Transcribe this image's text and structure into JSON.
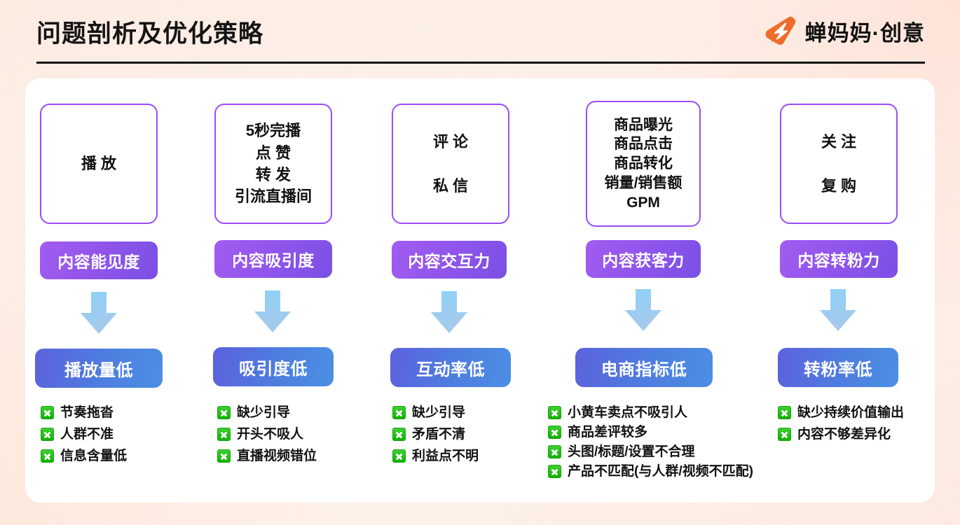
{
  "header": {
    "title": "问题剖析及优化策略",
    "brand_name": "蝉妈妈·创意",
    "brand_icon": "chanmama-logo-icon",
    "brand_color": "#EE6C2B"
  },
  "theme": {
    "purple_border": "#9B4DF5",
    "purple_pill_from": "#A25CF0",
    "purple_pill_to": "#7A50E4",
    "blue_pill_from": "#5C62DC",
    "blue_pill_to": "#4B8FE4",
    "arrow_from": "#8ED2F8",
    "arrow_to": "#A6C9EC",
    "bullet_badge": "#1FB80C",
    "card_bg": "#FFFFFF"
  },
  "columns": [
    {
      "metrics": "播 放",
      "capability": "内容能见度",
      "arrow": "arrow-down-icon",
      "problem": "播放量低",
      "issues": [
        "节奏拖沓",
        "人群不准",
        "信息含量低"
      ]
    },
    {
      "metrics": "5秒完播\n点 赞\n转 发\n引流直播间",
      "capability": "内容吸引度",
      "arrow": "arrow-down-icon",
      "problem": "吸引度低",
      "issues": [
        "缺少引导",
        "开头不吸人",
        "直播视频错位"
      ]
    },
    {
      "metrics": "评 论\n\n私 信",
      "capability": "内容交互力",
      "arrow": "arrow-down-icon",
      "problem": "互动率低",
      "issues": [
        "缺少引导",
        "矛盾不清",
        "利益点不明"
      ]
    },
    {
      "metrics": "商品曝光\n商品点击\n商品转化\n销量/销售额\nGPM",
      "capability": "内容获客力",
      "arrow": "arrow-down-icon",
      "problem": "电商指标低",
      "issues": [
        "小黄车卖点不吸引人",
        "商品差评较多",
        "头图/标题/设置不合理",
        "产品不匹配(与人群/视频不匹配)"
      ]
    },
    {
      "metrics": "关 注\n\n复 购",
      "capability": "内容转粉力",
      "arrow": "arrow-down-icon",
      "problem": "转粉率低",
      "issues": [
        "缺少持续价值输出",
        "内容不够差异化"
      ]
    }
  ]
}
